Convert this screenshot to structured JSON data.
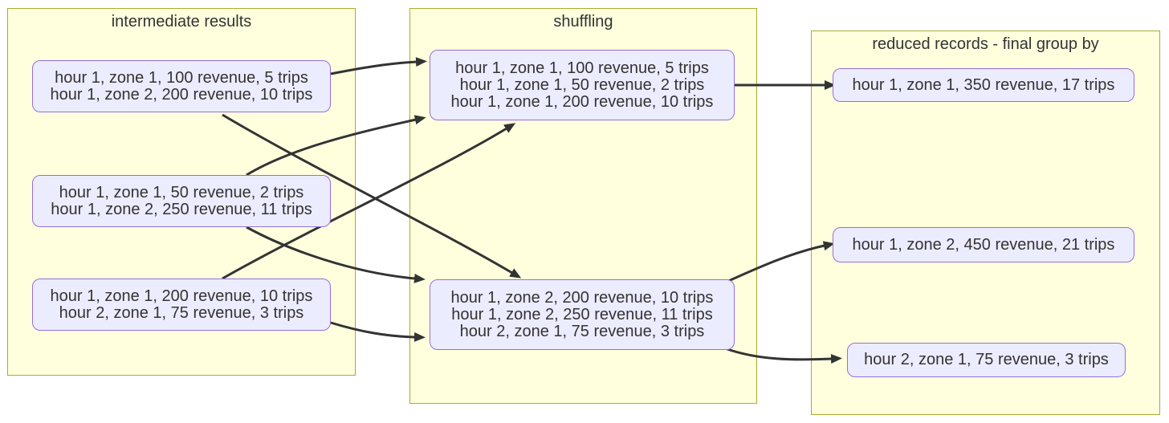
{
  "diagram": {
    "background_color": "#ffffff",
    "colors": {
      "cluster_fill": "#ffffde",
      "cluster_border": "#aaaa33",
      "node_fill": "#ececff",
      "node_border": "#9370db",
      "edge_color": "#333333",
      "text_color": "#333333"
    },
    "clusters": {
      "intermediate": {
        "title": "intermediate results"
      },
      "shuffling": {
        "title": "shuffling"
      },
      "reduced": {
        "title": "reduced records - final group by"
      }
    },
    "nodes": {
      "l1": {
        "lines": [
          "hour 1, zone 1, 100 revenue, 5 trips",
          "hour 1, zone 2, 200 revenue, 10 trips"
        ]
      },
      "l2": {
        "lines": [
          "hour 1, zone 1, 50 revenue, 2 trips",
          "hour 1, zone 2, 250 revenue, 11 trips"
        ]
      },
      "l3": {
        "lines": [
          "hour 1, zone 1, 200 revenue, 10 trips",
          "hour 2, zone 1, 75 revenue, 3 trips"
        ]
      },
      "m1": {
        "lines": [
          "hour 1, zone 1, 100 revenue, 5 trips",
          "hour 1, zone 1, 50 revenue, 2 trips",
          "hour 1, zone 1, 200 revenue, 10 trips"
        ]
      },
      "m2": {
        "lines": [
          "hour 1, zone 2, 200 revenue, 10 trips",
          "hour 1, zone 2, 250 revenue, 11 trips",
          "hour 2, zone 1, 75 revenue, 3 trips"
        ]
      },
      "r1": {
        "lines": [
          "hour 1, zone 1, 350 revenue, 17 trips"
        ]
      },
      "r2": {
        "lines": [
          "hour 1, zone 2, 450 revenue, 21 trips"
        ]
      },
      "r3": {
        "lines": [
          "hour 2, zone 1, 75 revenue, 3 trips"
        ]
      }
    },
    "edges": [
      {
        "from": "l1",
        "to": "m1"
      },
      {
        "from": "l2",
        "to": "m1"
      },
      {
        "from": "l3",
        "to": "m1"
      },
      {
        "from": "l1",
        "to": "m2"
      },
      {
        "from": "l2",
        "to": "m2"
      },
      {
        "from": "l3",
        "to": "m2"
      },
      {
        "from": "m1",
        "to": "r1"
      },
      {
        "from": "m2",
        "to": "r2"
      },
      {
        "from": "m2",
        "to": "r3"
      }
    ]
  }
}
